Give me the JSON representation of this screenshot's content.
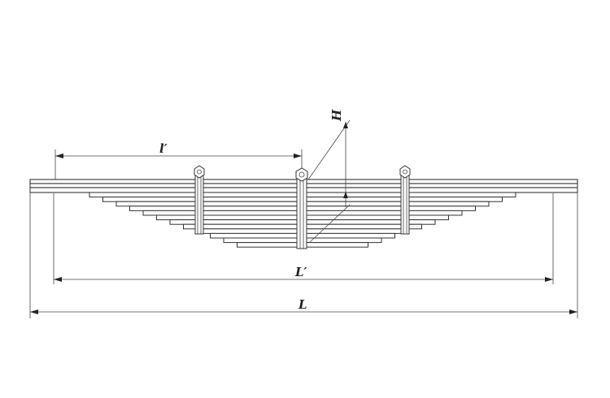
{
  "labels": {
    "small_l": "l′",
    "big_l_prime": "L′",
    "big_l": "L",
    "h": "H"
  },
  "colors": {
    "line": "#333333",
    "background": "#ffffff"
  }
}
